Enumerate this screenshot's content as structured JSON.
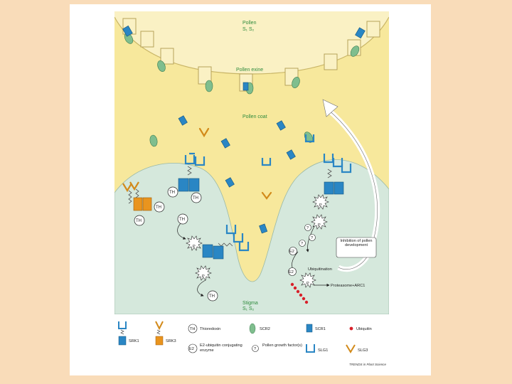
{
  "labels": {
    "pollen": "Pollen",
    "pollen_genotype": "S₁ S₂",
    "pollen_exine": "Pollen exine",
    "pollen_coat": "Pollen coat",
    "stigma": "Stigma",
    "stigma_genotype": "S₁ S₂",
    "inhibition": "Inhibition of pollen development",
    "ubiquitination": "Ubiquitination",
    "proteasome": "Proteasome+ARC1"
  },
  "node_labels": {
    "th": "TH",
    "p": "P",
    "e2": "E2",
    "q": "?"
  },
  "legend": {
    "items": [
      {
        "name": "srk1",
        "label": "SRK1"
      },
      {
        "name": "srk3",
        "label": "SRK3"
      },
      {
        "name": "thioredoxin",
        "label": "Thioredoxin"
      },
      {
        "name": "sp11",
        "label": "SCR2"
      },
      {
        "name": "scr1",
        "label": "SCR1"
      },
      {
        "name": "ubiquitin",
        "label": "Ubiquitin"
      },
      {
        "name": "e2",
        "label": "E2-ubiquitin conjugating enzyme"
      },
      {
        "name": "pgf",
        "label": "Pollen growth factor(s)"
      },
      {
        "name": "slg1",
        "label": "SLG1"
      },
      {
        "name": "slg3",
        "label": "SLG3"
      }
    ],
    "credit": "TRENDS in Plant Science"
  },
  "colors": {
    "page_bg": "#f9dcb9",
    "pollen_grain": "#faf1c4",
    "pollen_coat": "#f7e89c",
    "stigma": "#d5e8dc",
    "receptor_blue": "#2a86c4",
    "receptor_orange": "#e9941e",
    "ligand_green": "#7fbe8e",
    "ubiquitin_red": "#d8202a"
  }
}
